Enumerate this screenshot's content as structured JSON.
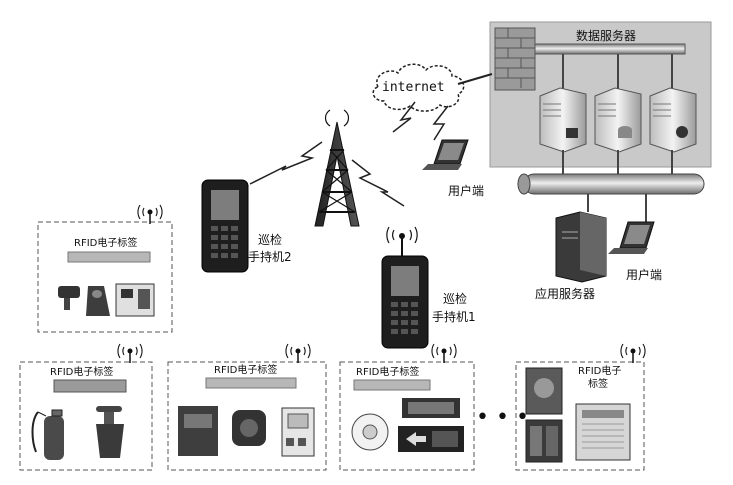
{
  "network": {
    "internet_label": "internet",
    "data_server_label": "数据服务器",
    "app_server_label": "应用服务器",
    "user_terminal_1": "用户端",
    "user_terminal_2": "用户端"
  },
  "handhelds": {
    "device_2_label_line1": "巡检",
    "device_2_label_line2": "手持机2",
    "device_1_label_line1": "巡检",
    "device_1_label_line2": "手持机1"
  },
  "tag_groups": {
    "group_top": "RFID电子标签",
    "group_fire": "RFID电子标签",
    "group_panel": "RFID电子标签",
    "group_smoke": "RFID电子标签",
    "group_last_line1": "RFID电子",
    "group_last_line2": "标签"
  },
  "ellipsis": "• • •"
}
